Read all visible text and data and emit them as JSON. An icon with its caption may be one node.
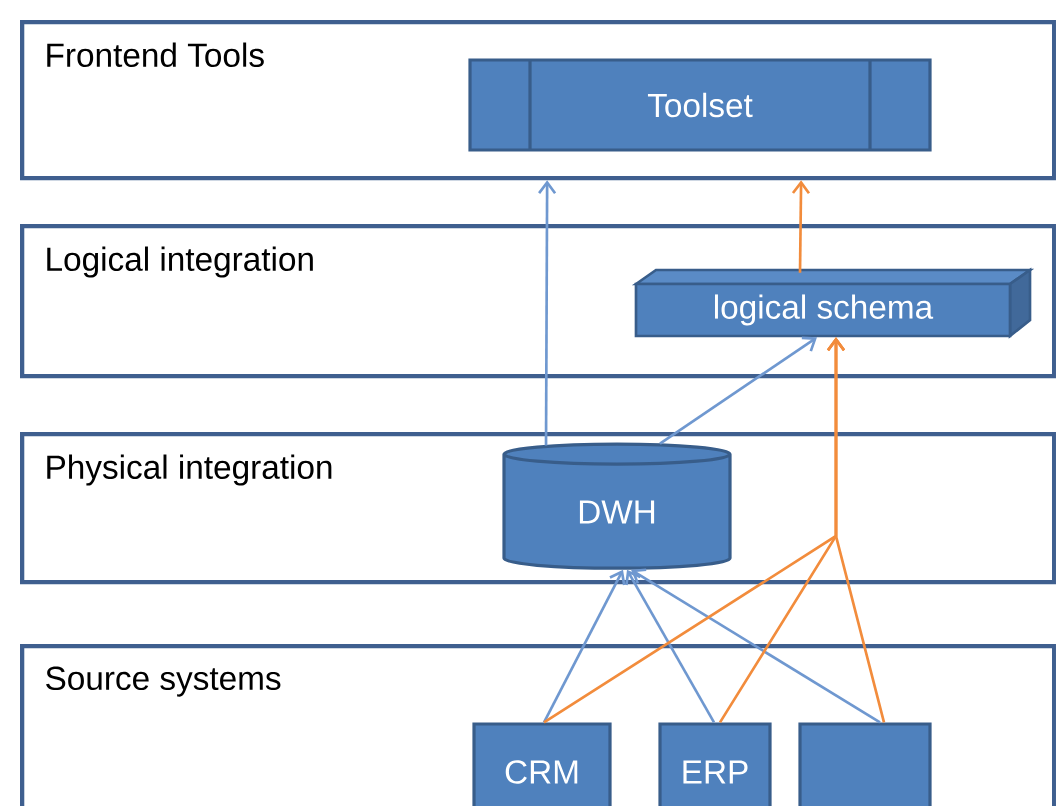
{
  "diagram": {
    "nodes": [
      {
        "text": [
          "Frontend Tools"
        ]
      },
      {
        "text": [
          "Toolset"
        ],
        "in": 0
      },
      {
        "text": [
          "Logical integration"
        ]
      },
      {
        "text": [
          "logical schema"
        ],
        "in": 2
      },
      {
        "text": [
          "Physical integration"
        ]
      },
      {
        "text": [
          "DWH"
        ],
        "in": 4
      },
      {
        "text": [
          "Source systems"
        ]
      },
      {
        "text": [
          "CRM"
        ],
        "in": 6
      },
      {
        "text": [
          "ERP"
        ],
        "in": 6
      },
      {
        "text": [],
        "shape": "box",
        "in": 6
      }
    ],
    "edges": [
      {
        "from": 5,
        "to": 0,
        "arrow": "to"
      },
      {
        "from": 5,
        "to": 3,
        "arrow": "to"
      },
      {
        "from": 3,
        "to": 0,
        "arrow": "to",
        "color": "#f28c3c"
      },
      {
        "from": 7,
        "to": 5,
        "arrow": "to"
      },
      {
        "from": 8,
        "to": 5,
        "arrow": "to"
      },
      {
        "from": 9,
        "to": 5,
        "arrow": "to"
      },
      {
        "from": 7,
        "to": 3,
        "arrow": "to",
        "color": "#f28c3c"
      },
      {
        "from": 8,
        "to": 3,
        "arrow": "to",
        "color": "#f28c3c"
      },
      {
        "from": 9,
        "to": 3,
        "arrow": "to",
        "color": "#f28c3c"
      }
    ]
  }
}
